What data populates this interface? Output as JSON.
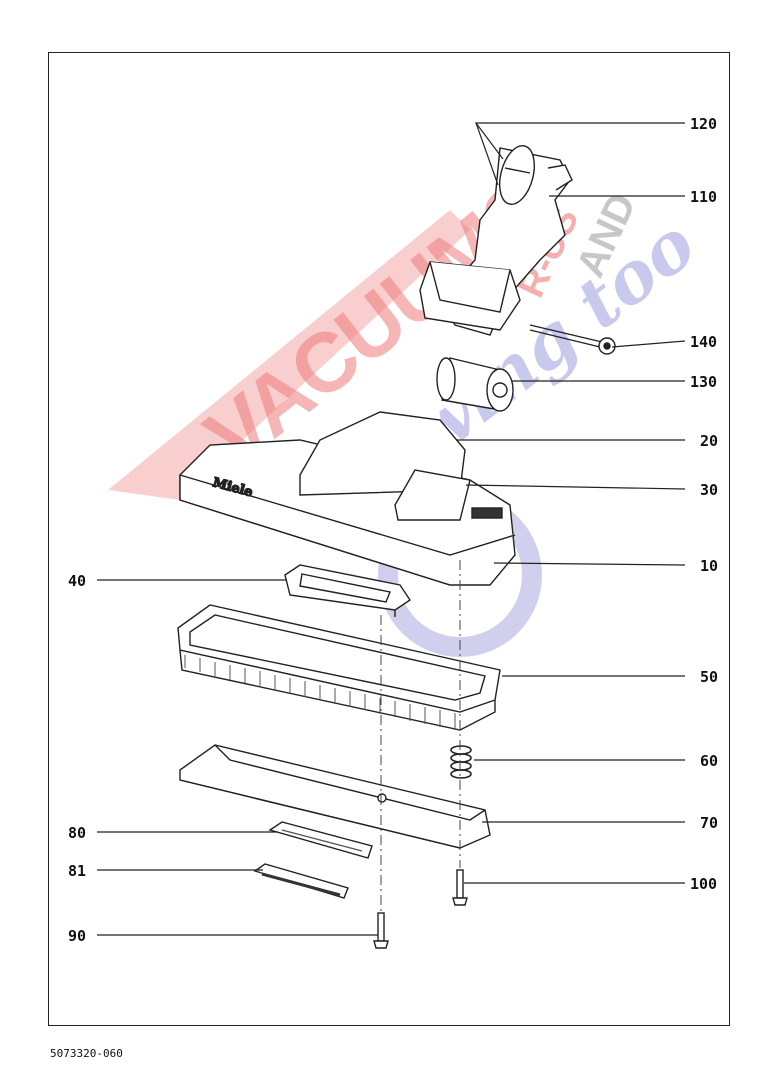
{
  "watermark": {
    "line1": "VACUUMS",
    "line2": "R-US",
    "line3": "AND",
    "line4": "Sewing too",
    "colors": {
      "red": "#f08c8c",
      "blue": "#a9a9e0",
      "gray": "#b0b0b0"
    }
  },
  "brand_mark": "Miele",
  "parts": [
    {
      "label": "120"
    },
    {
      "label": "110"
    },
    {
      "label": "140"
    },
    {
      "label": "130"
    },
    {
      "label": "20"
    },
    {
      "label": "30"
    },
    {
      "label": "10"
    },
    {
      "label": "40"
    },
    {
      "label": "50"
    },
    {
      "label": "60"
    },
    {
      "label": "70"
    },
    {
      "label": "80"
    },
    {
      "label": "81"
    },
    {
      "label": "100"
    },
    {
      "label": "90"
    }
  ],
  "footer": {
    "code": "5073320-060"
  }
}
